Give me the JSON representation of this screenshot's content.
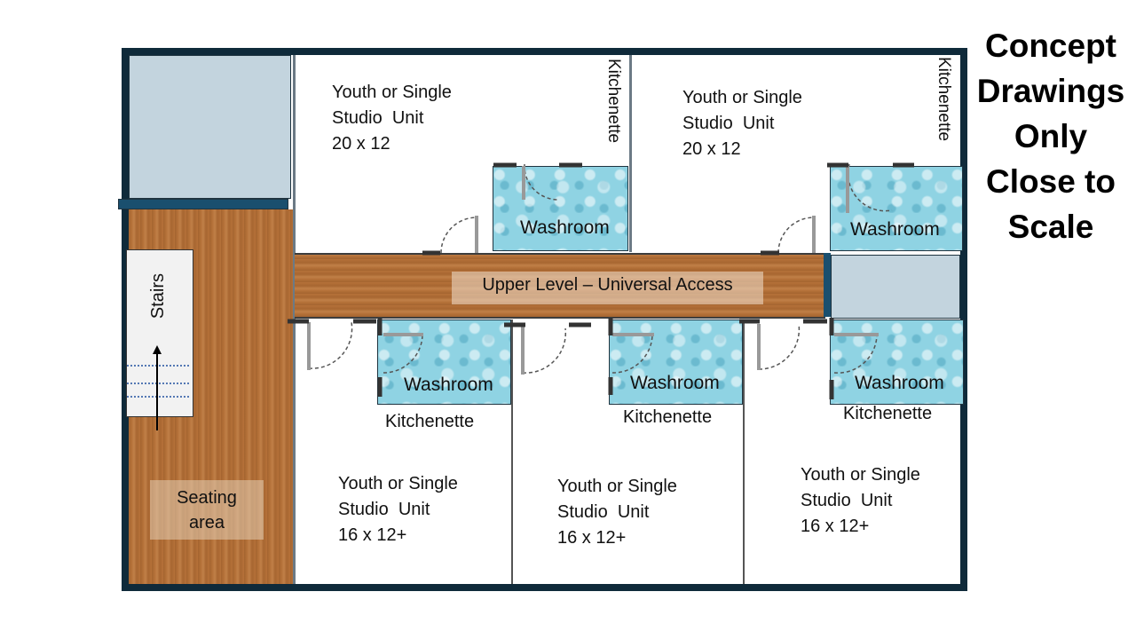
{
  "title": {
    "lines": [
      "Concept",
      "Drawings",
      "Only",
      "Close to",
      "Scale"
    ]
  },
  "corridor": {
    "label": "Upper Level – Universal Access"
  },
  "stairs": {
    "label": "Stairs"
  },
  "seating": {
    "line1": "Seating",
    "line2": "area"
  },
  "units": [
    {
      "line1": "Youth or Single",
      "line2": "Studio  Unit",
      "size": "20 x 12",
      "washroom": "Washroom",
      "kitchenette": "Kitchenette"
    },
    {
      "line1": "Youth or Single",
      "line2": "Studio  Unit",
      "size": "20 x 12",
      "washroom": "Washroom",
      "kitchenette": "Kitchenette"
    },
    {
      "line1": "Youth or Single",
      "line2": "Studio  Unit",
      "size": "16 x 12+",
      "washroom": "Washroom",
      "kitchenette": "Kitchenette"
    },
    {
      "line1": "Youth or Single",
      "line2": "Studio  Unit",
      "size": "16 x 12+",
      "washroom": "Washroom",
      "kitchenette": "Kitchenette"
    },
    {
      "line1": "Youth or Single",
      "line2": "Studio  Unit",
      "size": "16 x 12+",
      "washroom": "Washroom",
      "kitchenette": "Kitchenette"
    }
  ],
  "colors": {
    "wall": "#0f2a3a",
    "wood": "#b8733a",
    "void": "#c3d4de",
    "water": "#8fd3e3"
  }
}
